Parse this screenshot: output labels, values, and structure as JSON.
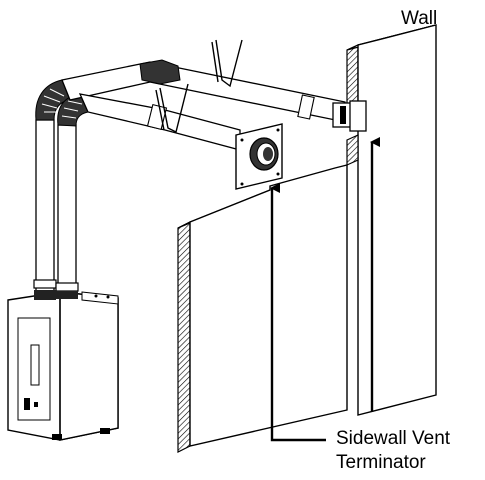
{
  "labels": {
    "wall": "Wall",
    "callout_line1": "Sidewall Vent",
    "callout_line2": "Terminator"
  },
  "colors": {
    "stroke": "#000000",
    "fill": "#ffffff",
    "hatch": "#000000"
  }
}
